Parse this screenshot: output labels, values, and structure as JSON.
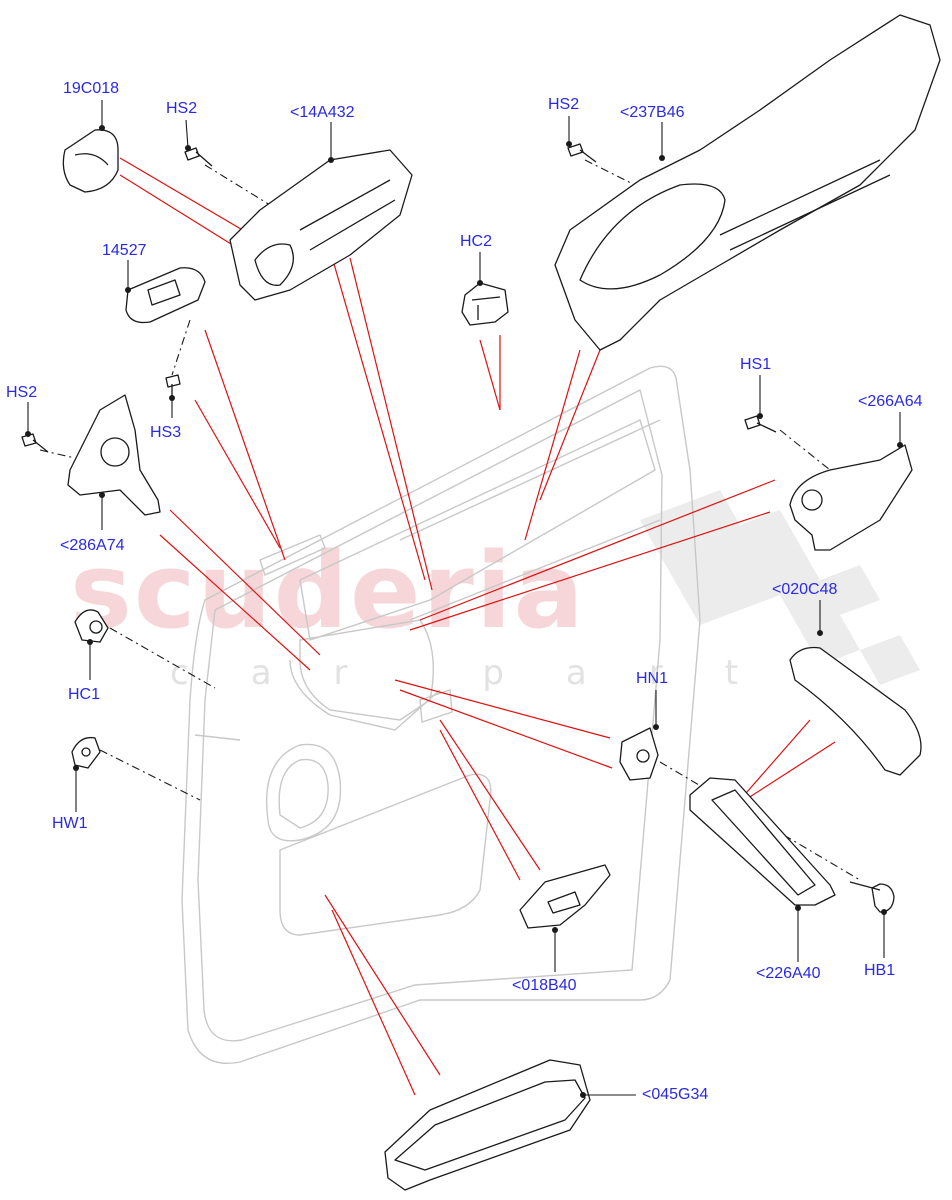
{
  "watermark": {
    "main": "scuderia",
    "sub": "car parts"
  },
  "labels": {
    "l_19c018": "19C018",
    "l_hs2_a": "HS2",
    "l_14a432": "<14A432",
    "l_hs2_b": "HS2",
    "l_237b46": "<237B46",
    "l_hc2": "HC2",
    "l_14527": "14527",
    "l_hs2_c": "HS2",
    "l_hs3": "HS3",
    "l_hs1": "HS1",
    "l_266a64": "<266A64",
    "l_286a74": "<286A74",
    "l_020c48": "<020C48",
    "l_hc1": "HC1",
    "l_hn1": "HN1",
    "l_hw1": "HW1",
    "l_018b40": "<018B40",
    "l_226a40": "<226A40",
    "l_hb1": "HB1",
    "l_045g34": "<045G34"
  },
  "colors": {
    "label": "#2a2ae6",
    "leader": "#e01010",
    "part": "#1a1a1a",
    "panel": "#c8c8c8"
  }
}
